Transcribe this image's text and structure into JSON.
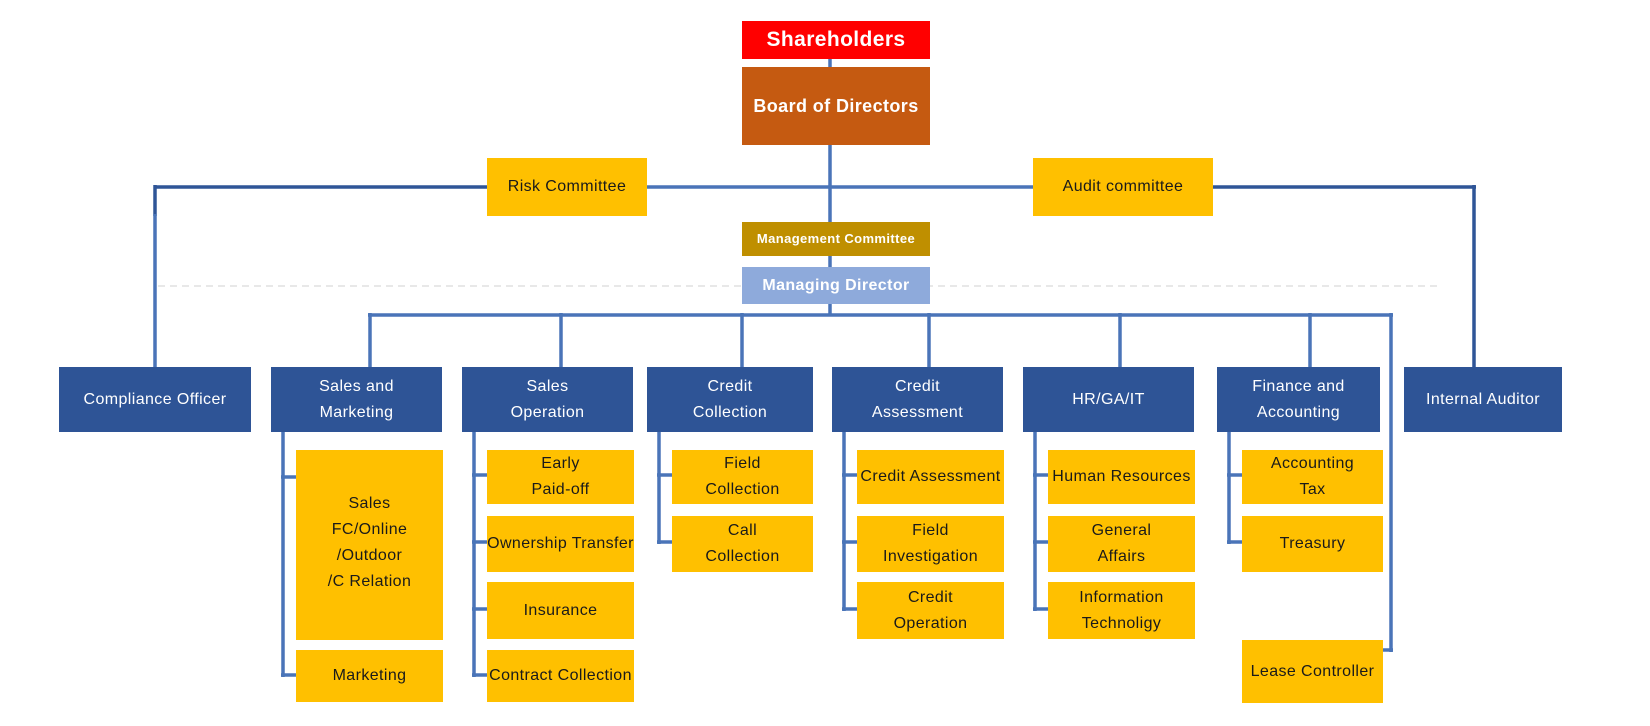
{
  "top": {
    "shareholders": "Shareholders",
    "board": "Board of Directors",
    "risk": "Risk Committee",
    "audit": "Audit committee",
    "management_committee": "Management Committee",
    "managing_director": "Managing Director"
  },
  "side": {
    "compliance": "Compliance Officer",
    "internal_auditor": "Internal Auditor"
  },
  "departments": {
    "sales_marketing": [
      "Sales and",
      "Marketing"
    ],
    "sales_operation": [
      "Sales",
      "Operation"
    ],
    "credit_collection": [
      "Credit",
      "Collection"
    ],
    "credit_assessment": [
      "Credit",
      "Assessment"
    ],
    "hr_ga_it": [
      "HR/GA/IT"
    ],
    "finance_accounting": [
      "Finance and",
      "Accounting"
    ]
  },
  "units": {
    "sales_marketing": [
      [
        "Sales",
        "FC/Online",
        "/Outdoor",
        "/C Relation"
      ],
      [
        "Marketing"
      ]
    ],
    "sales_operation": [
      [
        "Early",
        "Paid-off"
      ],
      [
        "Ownership Transfer"
      ],
      [
        "Insurance"
      ],
      [
        "Contract Collection"
      ]
    ],
    "credit_collection": [
      [
        "Field",
        "Collection"
      ],
      [
        "Call",
        "Collection"
      ]
    ],
    "credit_assessment": [
      [
        "Credit Assessment"
      ],
      [
        "Field",
        "Investigation"
      ],
      [
        "Credit",
        "Operation"
      ]
    ],
    "hr_ga_it": [
      [
        "Human Resources"
      ],
      [
        "General",
        "Affairs"
      ],
      [
        "Information",
        "Technoligy"
      ]
    ],
    "finance_accounting": [
      [
        "Accounting",
        "Tax"
      ],
      [
        "Treasury"
      ]
    ],
    "lease_controller": "Lease Controller"
  },
  "colors": {
    "shareholders": "#ff0000",
    "board": "#c55a11",
    "management_committee": "#bf8f00",
    "managing_director": "#8eaadb",
    "department": "#2e5496",
    "unit": "#ffc000",
    "connector": "#4a74b8"
  }
}
